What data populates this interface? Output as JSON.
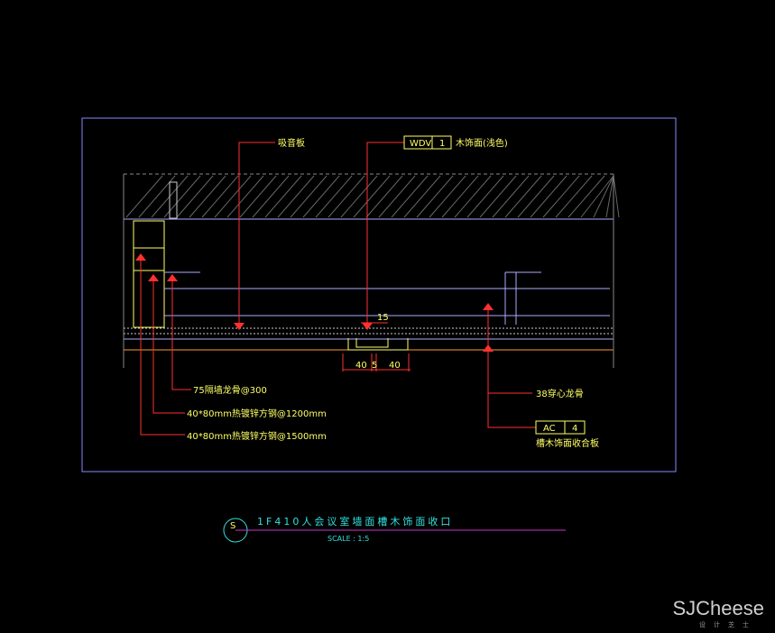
{
  "labels": {
    "top_left": "吸音板",
    "tag1_code": "WDV",
    "tag1_num": "1",
    "tag1_text": "木饰面(浅色)",
    "stud": "75隔墙龙骨@300",
    "steel1": "40*80mm热镀锌方钢@1200mm",
    "steel2": "40*80mm热镀锌方钢@1500mm",
    "keel38": "38穿心龙骨",
    "tag2_code": "AC",
    "tag2_num": "4",
    "tag2_text": "槽木饰面收合板"
  },
  "dims": {
    "d15": "15",
    "d40a": "40",
    "d5": "5",
    "d40b": "40"
  },
  "title": {
    "symbol": "S",
    "text": "1F410人会议室墙面槽木饰面收口",
    "scale": "SCALE : 1:5"
  },
  "watermark": {
    "brand": "SJCheese",
    "sub": "设计芝士"
  },
  "colors": {
    "frame": "#8888ff",
    "leader": "#ff3030",
    "text": "#ffff66",
    "title": "#33e0e0",
    "underline": "#cc33cc"
  }
}
